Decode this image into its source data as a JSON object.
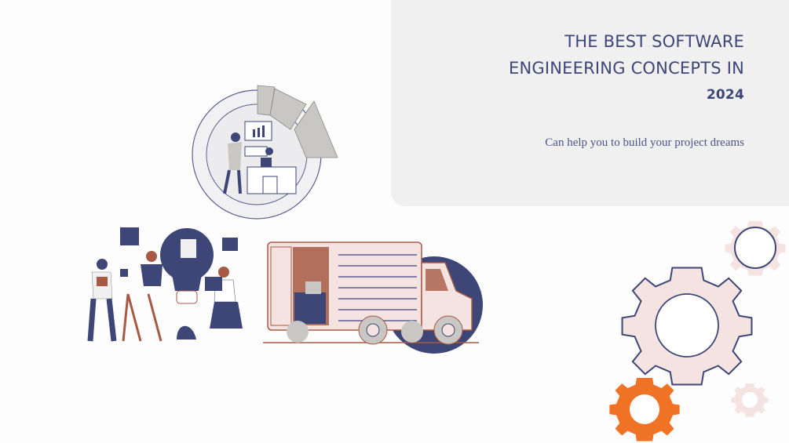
{
  "slide": {
    "title_lines": [
      "THE BEST SOFTWARE",
      "ENGINEERING CONCEPTS IN",
      "2024"
    ],
    "subtitle": "Can help you to build your project dreams"
  },
  "colors": {
    "navy": "#3d4677",
    "panel_bg": "#f0f0f1",
    "pink": "#f4e3e1",
    "rust": "#a65a44",
    "orange": "#f07224",
    "gray": "#c9c7c3"
  },
  "illustrations": [
    {
      "name": "analytics-dashboard-illustration"
    },
    {
      "name": "teamwork-lightbulb-puzzle-illustration"
    },
    {
      "name": "delivery-truck-illustration"
    },
    {
      "name": "gears-illustration"
    }
  ]
}
